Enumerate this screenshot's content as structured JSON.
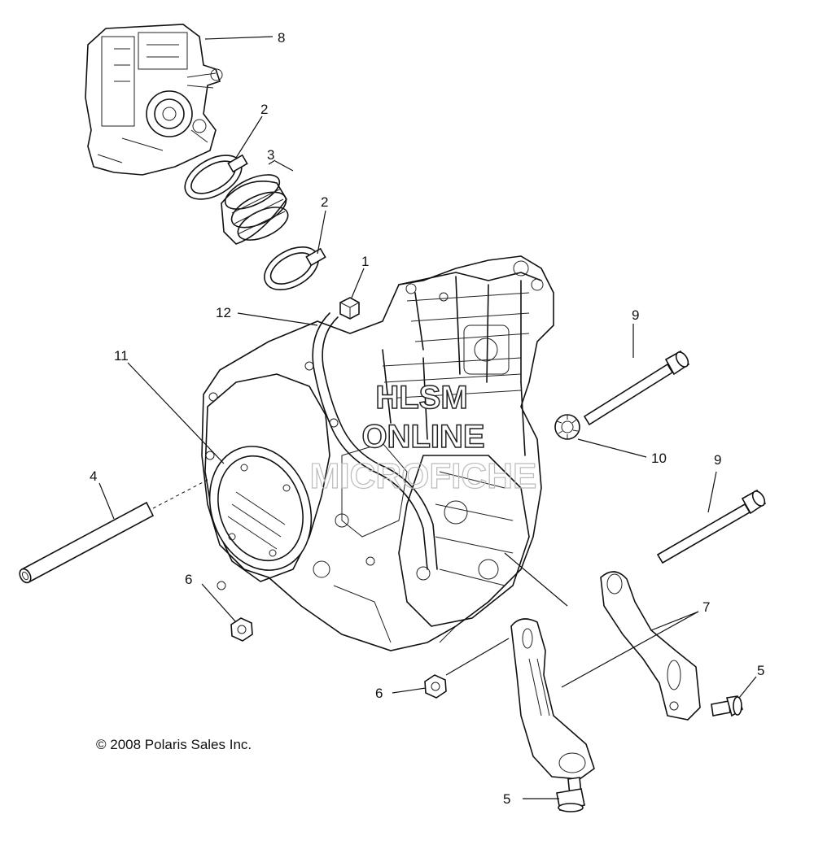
{
  "watermark": {
    "line1": "HLSM",
    "line2": "ONLINE",
    "line3": "MICROFICHE"
  },
  "copyright": "© 2008 Polaris Sales Inc.",
  "callouts": [
    "8",
    "2",
    "3",
    "2",
    "1",
    "12",
    "11",
    "9",
    "10",
    "9",
    "4",
    "6",
    "7",
    "5",
    "6",
    "5"
  ]
}
